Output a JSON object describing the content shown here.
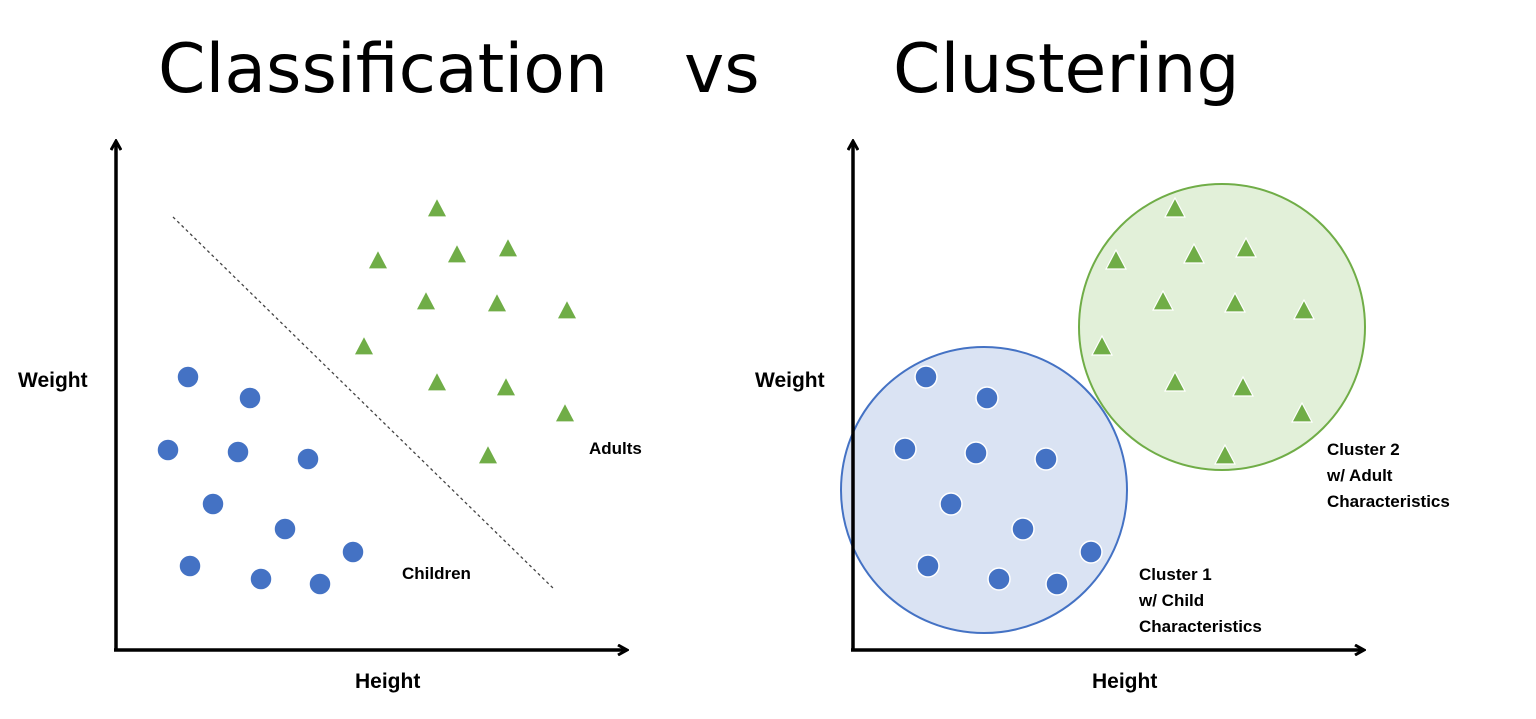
{
  "titles": {
    "left": "Classification",
    "middle": "vs",
    "right": "Clustering"
  },
  "classification": {
    "ylabel": "Weight",
    "xlabel": "Height",
    "labels": {
      "children": "Children",
      "adults": "Adults"
    },
    "children_points": [
      [
        188,
        377
      ],
      [
        250,
        398
      ],
      [
        168,
        450
      ],
      [
        238,
        452
      ],
      [
        308,
        459
      ],
      [
        213,
        504
      ],
      [
        285,
        529
      ],
      [
        353,
        552
      ],
      [
        190,
        566
      ],
      [
        261,
        579
      ],
      [
        320,
        584
      ]
    ],
    "adult_points": [
      [
        437,
        208
      ],
      [
        378,
        260
      ],
      [
        457,
        254
      ],
      [
        508,
        248
      ],
      [
        426,
        301
      ],
      [
        497,
        303
      ],
      [
        567,
        310
      ],
      [
        364,
        346
      ],
      [
        437,
        382
      ],
      [
        506,
        387
      ],
      [
        565,
        413
      ],
      [
        488,
        455
      ]
    ]
  },
  "clustering": {
    "ylabel": "Weight",
    "xlabel": "Height",
    "cluster1_lines": [
      "Cluster 1",
      "w/ Child",
      "Characteristics"
    ],
    "cluster2_lines": [
      "Cluster 2",
      "w/ Adult",
      "Characteristics"
    ],
    "children_points": [
      [
        926,
        377
      ],
      [
        987,
        398
      ],
      [
        905,
        449
      ],
      [
        976,
        453
      ],
      [
        1046,
        459
      ],
      [
        951,
        504
      ],
      [
        1023,
        529
      ],
      [
        1091,
        552
      ],
      [
        928,
        566
      ],
      [
        999,
        579
      ],
      [
        1057,
        584
      ]
    ],
    "adult_points": [
      [
        1175,
        208
      ],
      [
        1116,
        260
      ],
      [
        1194,
        254
      ],
      [
        1246,
        248
      ],
      [
        1163,
        301
      ],
      [
        1235,
        303
      ],
      [
        1304,
        310
      ],
      [
        1102,
        346
      ],
      [
        1175,
        382
      ],
      [
        1243,
        387
      ],
      [
        1302,
        413
      ],
      [
        1225,
        455
      ]
    ]
  },
  "colors": {
    "child_marker": "#4472C4",
    "adult_marker": "#70AD47",
    "cluster1_fill": "#DAE3F3",
    "cluster1_stroke": "#4472C4",
    "cluster2_fill": "#E2F0D9",
    "cluster2_stroke": "#70AD47"
  }
}
